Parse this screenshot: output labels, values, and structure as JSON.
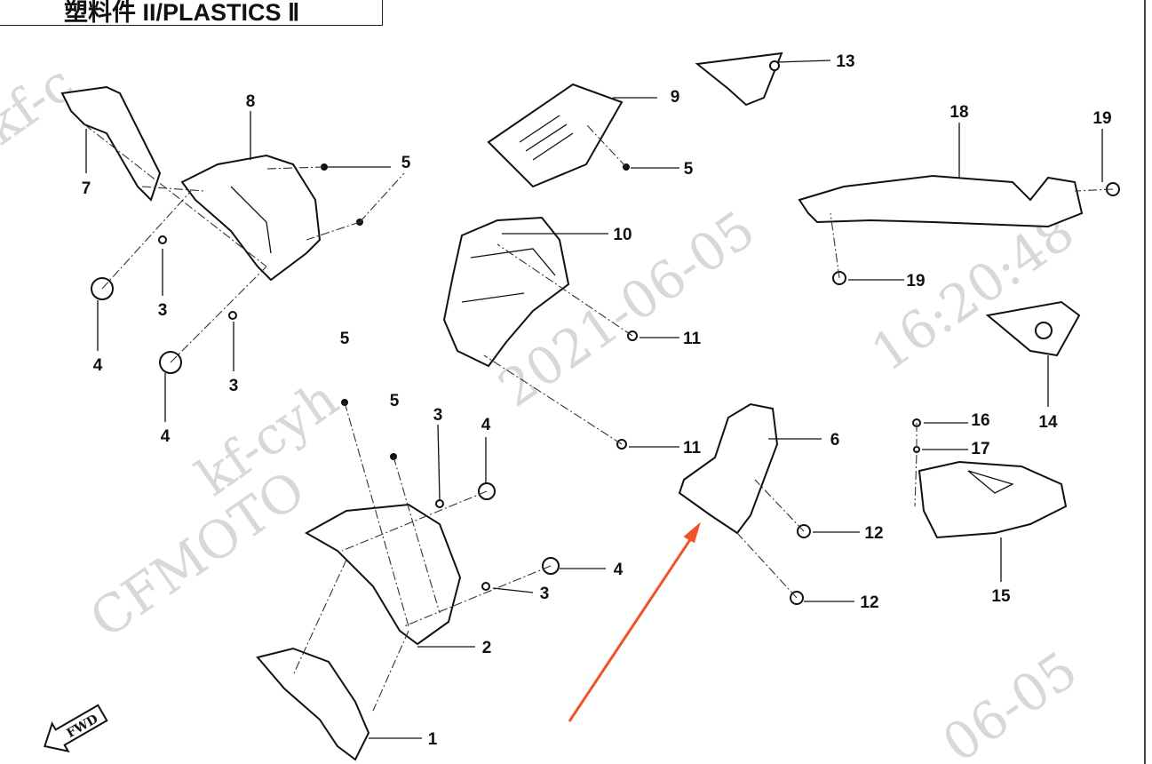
{
  "title": "塑料件 II/PLASTICS Ⅱ",
  "watermark": {
    "lines": [
      "CFMOTO",
      "kf-cyh",
      "2021-06-05",
      "16:20:48",
      "06-05",
      "kf-c"
    ]
  },
  "fwd_label": "FWD",
  "callouts": {
    "p7": "7",
    "p8": "8",
    "p5a": "5",
    "p3a": "3",
    "p4a": "4",
    "p3b": "3",
    "p4b": "4",
    "p9": "9",
    "p13": "13",
    "p5b": "5",
    "p18": "18",
    "p19a": "19",
    "p10": "10",
    "p19b": "19",
    "p11a": "11",
    "p14": "14",
    "p5c": "5",
    "p5d": "5",
    "p4c": "4",
    "p3c": "3",
    "p11b": "11",
    "p6": "6",
    "p16": "16",
    "p17": "17",
    "p12a": "12",
    "p4d": "4",
    "p3d": "3",
    "p12b": "12",
    "p15": "15",
    "p2": "2",
    "p1": "1"
  },
  "colors": {
    "annotation_arrow": "#f0522a",
    "line": "#111111",
    "watermark": "#d8d8d8"
  }
}
